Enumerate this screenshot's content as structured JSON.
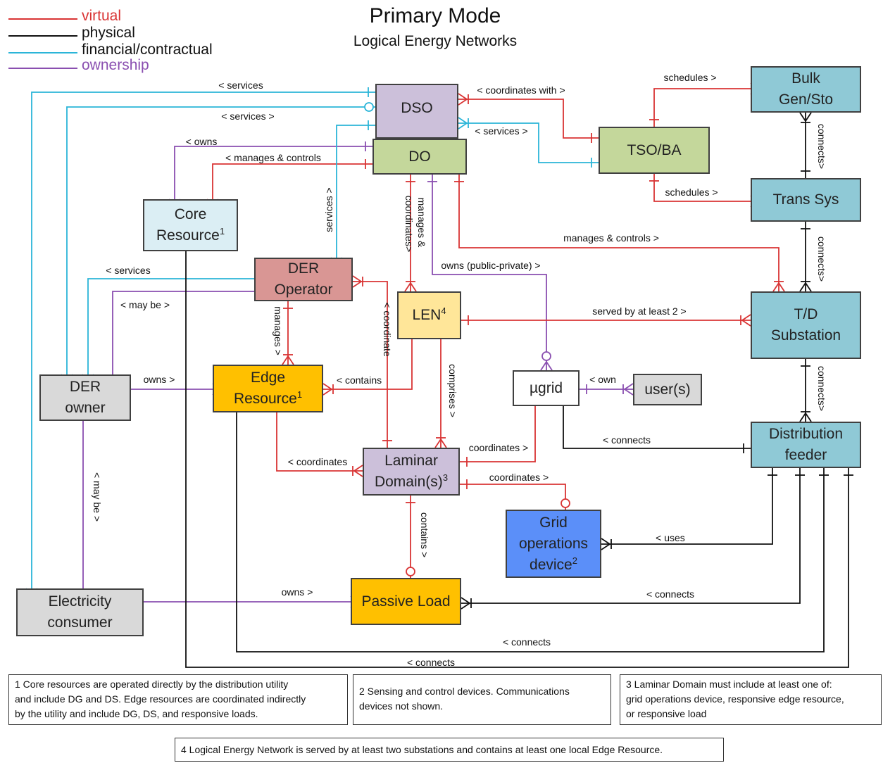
{
  "title": "Primary Mode",
  "subtitle": "Logical Energy Networks",
  "legend": [
    {
      "label": "virtual",
      "color": "#d93434"
    },
    {
      "label": "physical",
      "color": "#111111"
    },
    {
      "label": "financial/contractual",
      "color": "#2bb5d8"
    },
    {
      "label": "ownership",
      "color": "#8a4fb0"
    }
  ],
  "colors": {
    "virtual": "#d93434",
    "physical": "#111111",
    "financial": "#2bb5d8",
    "ownership": "#8a4fb0",
    "dso": "#ccc0da",
    "do": "#c4d79b",
    "tso": "#c4d79b",
    "teal": "#8fc9d6",
    "core": "#dbeef4",
    "der_operator": "#d99694",
    "len": "#ffe699",
    "edge": "#ffc000",
    "passive": "#ffc000",
    "laminar": "#ccc0da",
    "grid_device": "#5b8ff9",
    "grey": "#d9d9d9",
    "white": "#ffffff"
  },
  "nodes": {
    "dso": "DSO",
    "do": "DO",
    "tso_ba": "TSO/BA",
    "bulk_line1": "Bulk",
    "bulk_line2": "Gen/Sto",
    "trans_sys": "Trans Sys",
    "td_line1": "T/D",
    "td_line2": "Substation",
    "dist_line1": "Distribution",
    "dist_line2": "feeder",
    "core_line1": "Core",
    "core_line2": "Resource",
    "core_sup": "1",
    "der_op_line1": "DER",
    "der_op_line2": "Operator",
    "len": "LEN",
    "len_sup": "4",
    "ugrid": "µgrid",
    "users": "user(s)",
    "der_owner_line1": "DER",
    "der_owner_line2": "owner",
    "edge_line1": "Edge",
    "edge_line2": "Resource",
    "edge_sup": "1",
    "laminar_line1": "Laminar",
    "laminar_line2": "Domain(s)",
    "laminar_sup": "3",
    "grid_line1": "Grid",
    "grid_line2": "operations",
    "grid_line3": "device",
    "grid_sup": "2",
    "electricity_line1": "Electricity",
    "electricity_line2": "consumer",
    "passive": "Passive Load"
  },
  "relations": {
    "services_top": "< services",
    "services_mid": "< services >",
    "owns_top": "< owns",
    "manages_controls_left": "< manages & controls",
    "coordinates_with": "< coordinates with >",
    "services_right": "< services >",
    "schedules_top": "schedules >",
    "schedules_bottom": "schedules >",
    "connects_1": "connects>",
    "connects_2": "connects>",
    "connects_3": "connects>",
    "services_vertical": "services >",
    "manages_coordinates_a": "manages &",
    "manages_coordinates_b": "coordinates>",
    "owns_public_private": "owns (public-private) >",
    "manages_controls_right": "manages & controls >",
    "services_der": "< services",
    "may_be_top": "< may be >",
    "manages": "manages >",
    "coordinate": "< coordinate",
    "served_by": "served by at least 2 >",
    "owns_mid": "owns >",
    "contains_edge": "< contains",
    "comprises": "comprises >",
    "own_users": "< own",
    "connects_ugrid": "< connects",
    "coordinates_ugrid": "coordinates >",
    "coordinates_grid": "coordinates >",
    "coordinates_edge": "< coordinates",
    "may_be_bottom": "< may be >",
    "uses": "< uses",
    "contains_passive": "contains >",
    "owns_bottom": "owns >",
    "connects_passive": "< connects",
    "connects_edge": "< connects",
    "connects_core": "< connects"
  },
  "notes": {
    "n1_l1": "1 Core resources are operated directly by the distribution utility",
    "n1_l2": "and include DG and DS. Edge resources are coordinated indirectly",
    "n1_l3": "by the utility and include DG, DS, and responsive loads.",
    "n2_l1": "2 Sensing and control devices. Communications",
    "n2_l2": "devices not shown.",
    "n3_l1": "3 Laminar Domain must include at least one of:",
    "n3_l2": "grid operations device, responsive edge resource,",
    "n3_l3": "or responsive load",
    "n4": "4 Logical Energy Network is served by at least two substations and contains at least one local Edge Resource."
  }
}
